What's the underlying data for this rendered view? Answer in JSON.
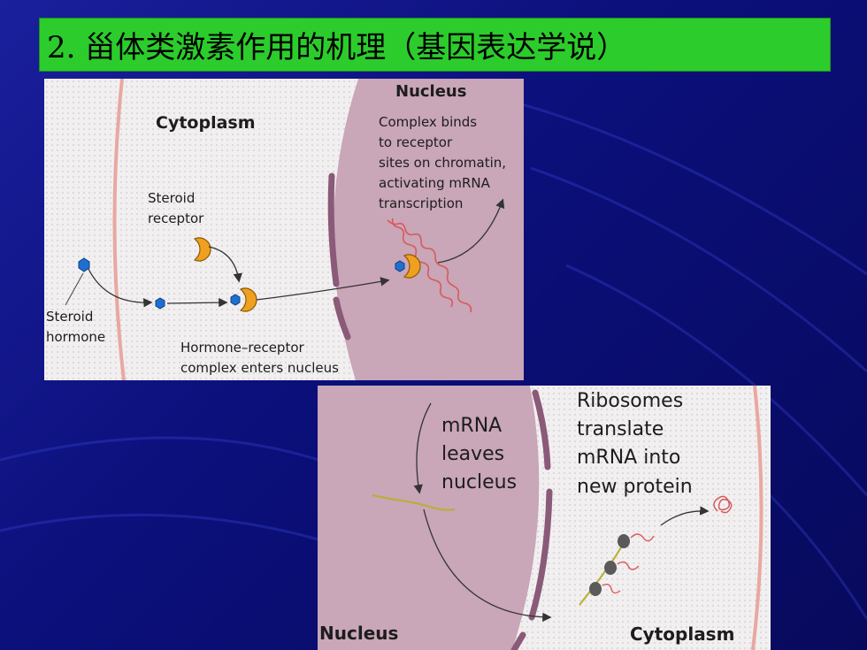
{
  "slide": {
    "title": "2. 甾体类激素作用的机理（基因表达学说）"
  },
  "top_panel": {
    "nucleus_label": "Nucleus",
    "cytoplasm_label": "Cytoplasm",
    "complex_binds_lines": [
      "Complex binds",
      "to receptor",
      "sites on chromatin,",
      "activating mRNA",
      "transcription"
    ],
    "steroid_receptor_lines": [
      "Steroid",
      "receptor"
    ],
    "steroid_hormone_lines": [
      "Steroid",
      "hormone"
    ],
    "complex_enters_lines": [
      "Hormone–receptor",
      "complex enters nucleus"
    ]
  },
  "bottom_panel": {
    "mrna_leaves_lines": [
      "mRNA",
      "leaves",
      "nucleus"
    ],
    "ribosomes_lines": [
      "Ribosomes",
      "translate",
      "mRNA into",
      "new protein"
    ],
    "nucleus_label": "Nucleus",
    "cytoplasm_label": "Cytoplasm"
  },
  "colors": {
    "title_bg": "#2ccc2c",
    "nucleus_fill": "#c9a6b8",
    "membrane": "#e8a8a0",
    "envelope": "#8a5a78",
    "hormone": "#1f6fd1",
    "receptor": "#f0a020",
    "dna": "#d85a5a",
    "mrna": "#b8b030",
    "ribosome": "#5a5a5a"
  }
}
